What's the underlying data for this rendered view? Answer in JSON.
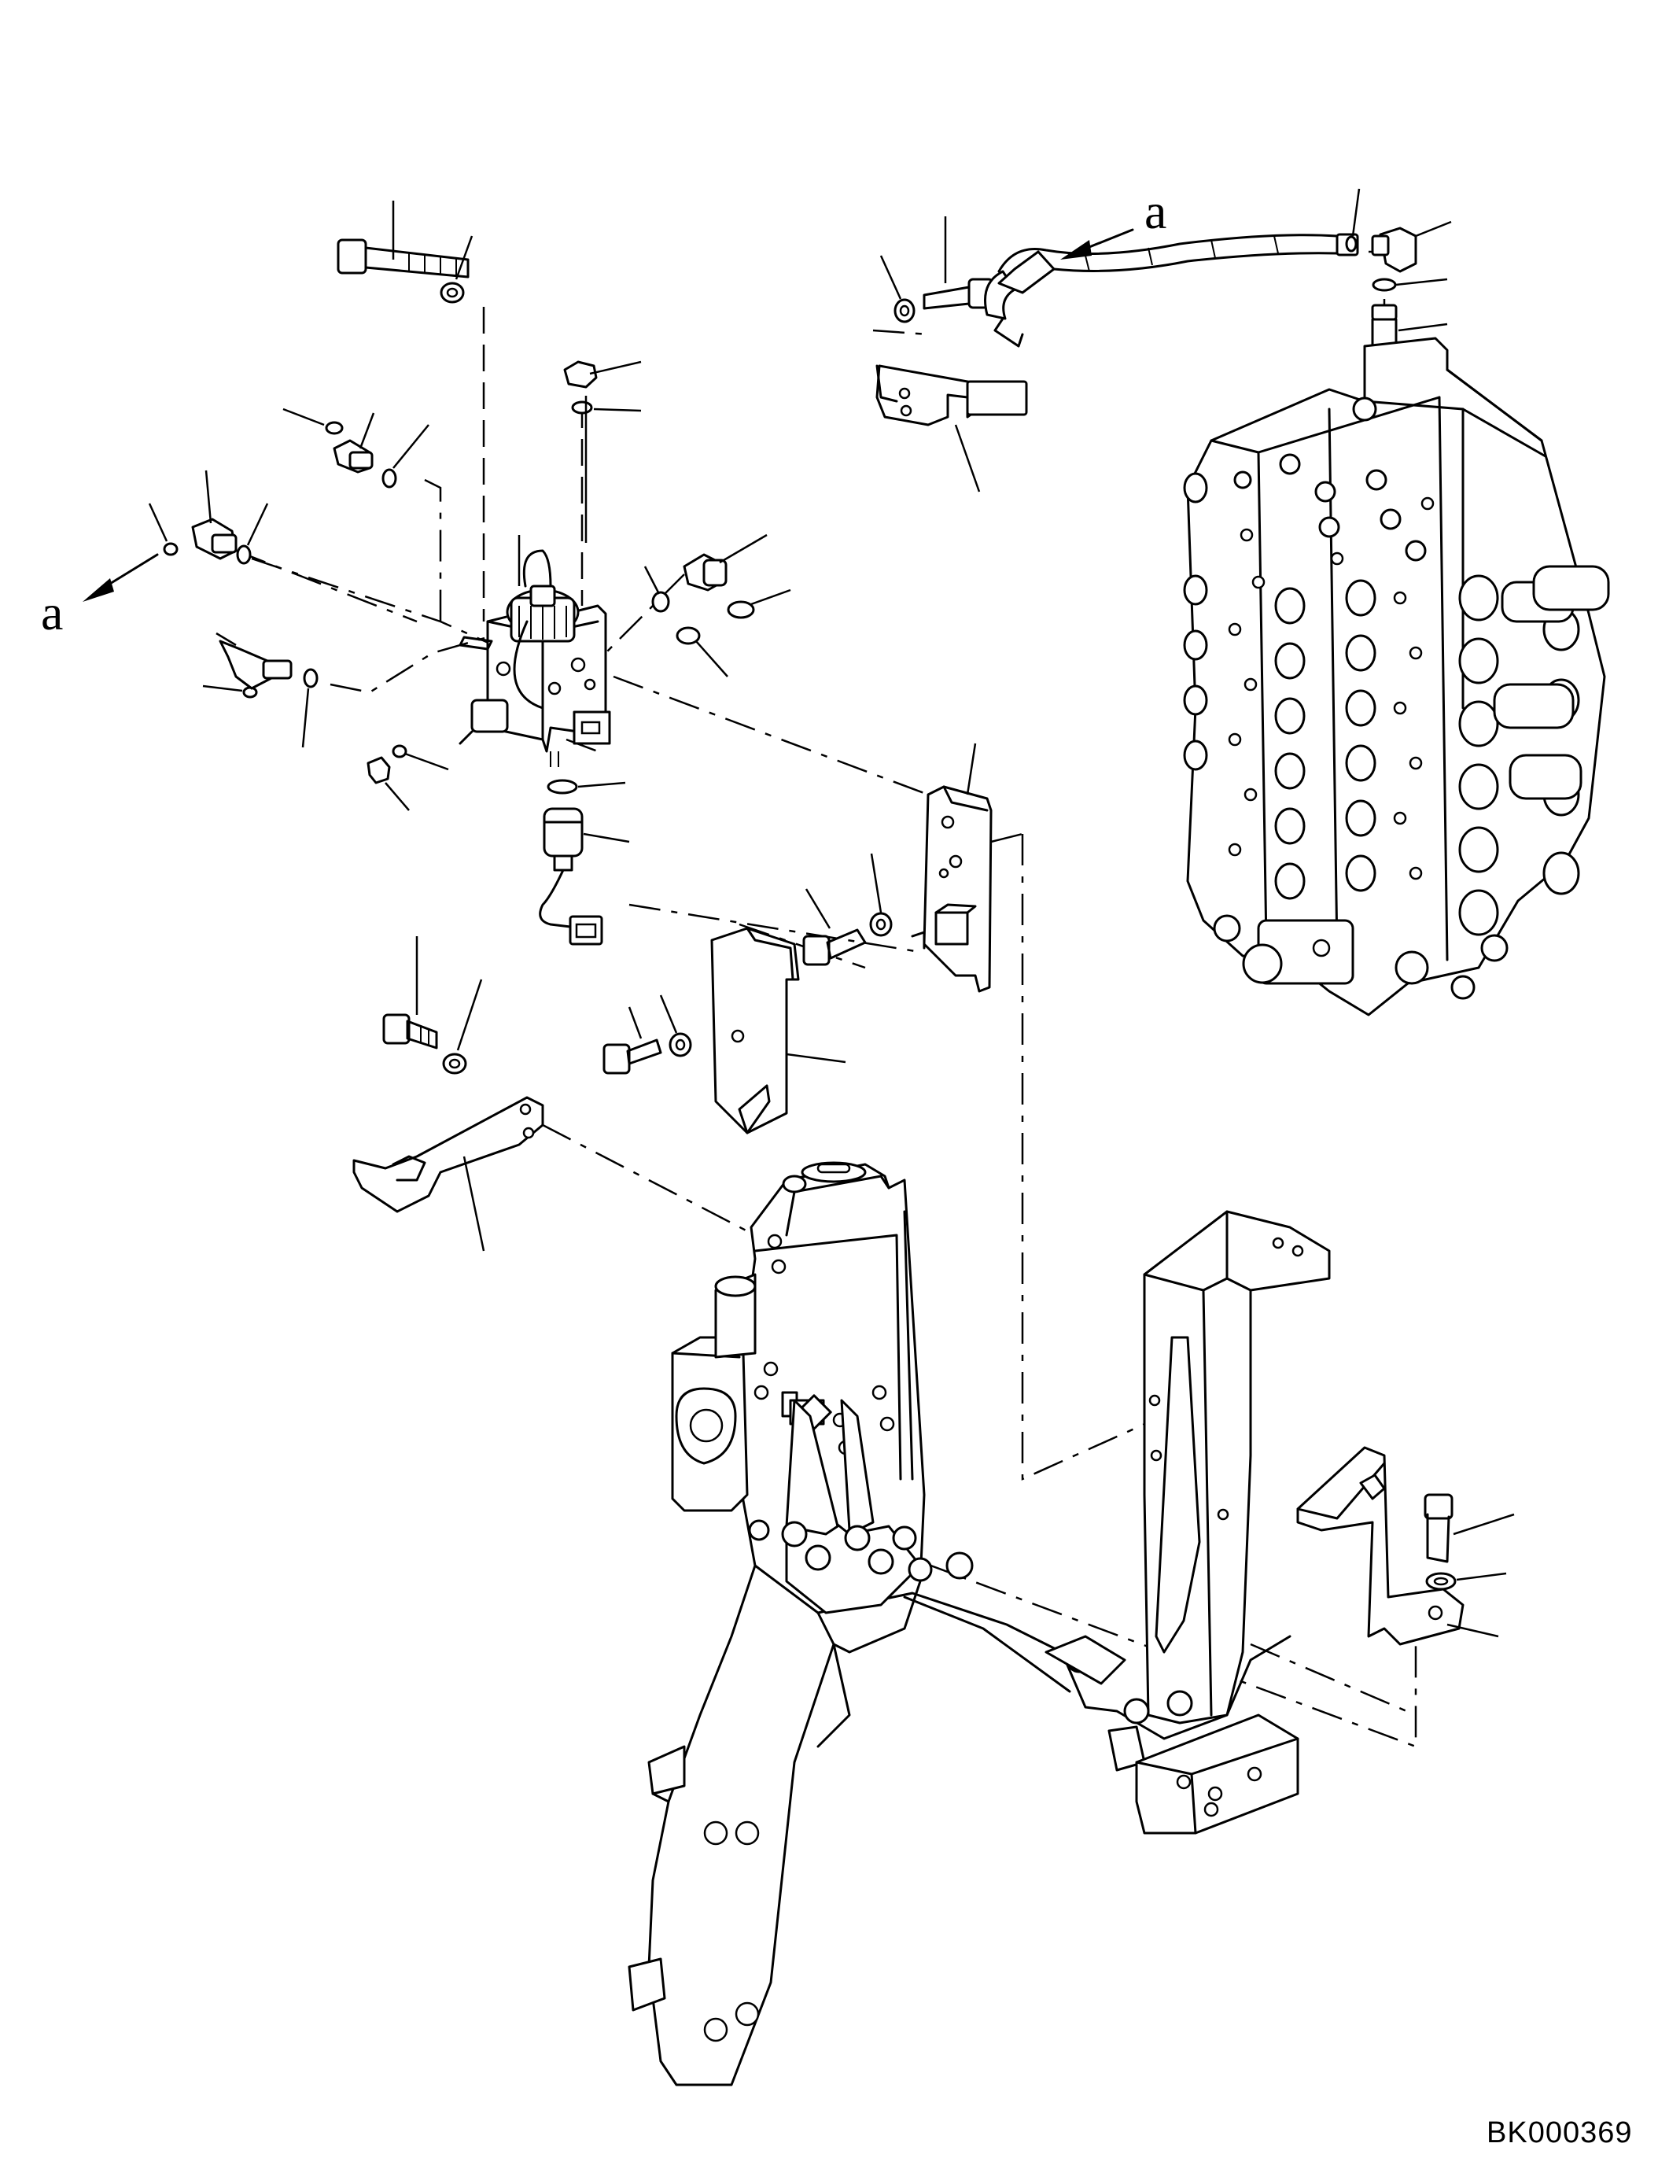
{
  "diagram": {
    "drawing_code": "BK000369",
    "arrow_labels": [
      "a",
      "a"
    ]
  }
}
